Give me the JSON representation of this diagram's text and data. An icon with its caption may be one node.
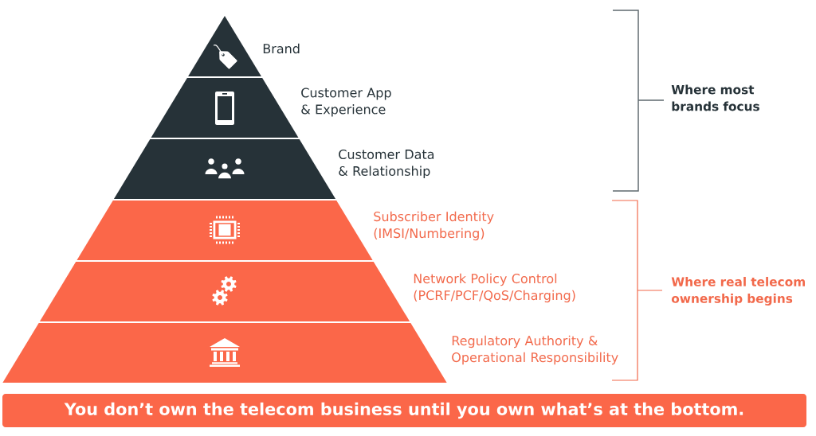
{
  "diagram": {
    "nodes": [
      {
        "text": [
          "Brand"
        ]
      },
      {
        "text": [
          "Customer App & Experience"
        ]
      },
      {
        "text": [
          "Customer Data & Relationship"
        ]
      },
      {
        "text": [
          "Subscriber Identity (IMSI/Numbering)"
        ]
      },
      {
        "text": [
          "Network Policy Control (PCRF/PCF/QoS/Charging)"
        ]
      },
      {
        "text": [
          "Regulatory Authority & Operational Responsibility"
        ]
      },
      {
        "text": [
          "You don’t own the telecom business until you own what’s at the bottom."
        ]
      }
    ],
    "labels": [
      "Where most brands focus",
      "Where real telecom ownership begins"
    ]
  }
}
